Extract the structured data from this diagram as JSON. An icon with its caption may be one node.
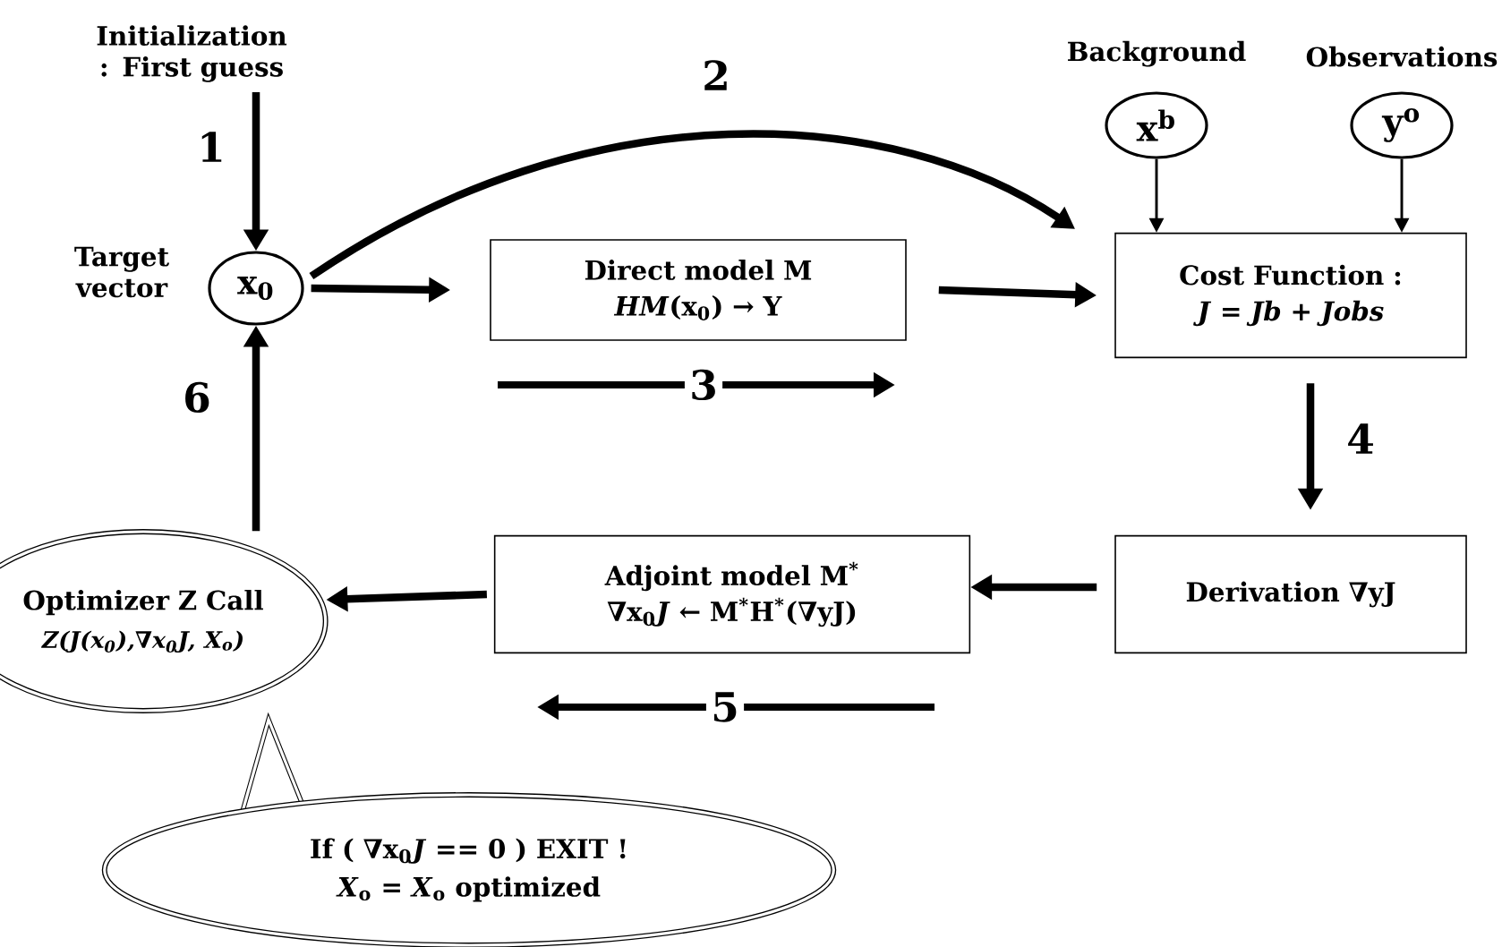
{
  "diagram": {
    "nodes": [
      {
        "text": [
          "Initialization : First guess"
        ]
      },
      {
        "text": [
          "x$_{0}$"
        ],
        "beside": [
          "Target vector"
        ]
      },
      {
        "text": [
          "Direct model M",
          "*HM*(x$_{0}$) → Y"
        ]
      },
      {
        "text": [
          "Background",
          "x$^{b}$"
        ]
      },
      {
        "text": [
          "Observations",
          "y$^{o}$"
        ]
      },
      {
        "text": [
          "Cost Function :",
          "*J* = *Jb* + *Jobs*"
        ]
      },
      {
        "text": [
          "Derivation ∇yJ"
        ]
      },
      {
        "text": [
          "Adjoint model M$^{*}$",
          "∇x$_{0}$*J* ← M$^{*}$H$^{*}$(∇yJ)"
        ]
      },
      {
        "text": [
          "Optimizer Z Call",
          "Z(J(x$_{0}$),∇x$_{0}$J, X$_{o}$)"
        ]
      },
      {
        "text": [
          "If ( ∇x$_{0}$*J* == 0 ) EXIT !",
          "*X*$_{o}$ = *X*$_{o}$ optimized"
        ]
      }
    ],
    "edges": [
      {
        "from": 0,
        "to": 1,
        "arrow": "to",
        "label": "1"
      },
      {
        "from": 1,
        "to": 5,
        "arrow": "to",
        "label": "2"
      },
      {
        "from": 1,
        "to": 2,
        "arrow": "to"
      },
      {
        "from": 2,
        "to": 5,
        "arrow": "to"
      },
      {
        "from": 3,
        "to": 5,
        "arrow": "to"
      },
      {
        "from": 4,
        "to": 5,
        "arrow": "to"
      },
      {
        "from": 5,
        "to": 6,
        "arrow": "to",
        "label": "4"
      },
      {
        "from": 6,
        "to": 7,
        "arrow": "to"
      },
      {
        "from": 7,
        "to": 8,
        "arrow": "to"
      },
      {
        "from": 8,
        "to": 1,
        "arrow": "to",
        "label": "6"
      }
    ],
    "labels": [
      "3",
      "5"
    ]
  }
}
